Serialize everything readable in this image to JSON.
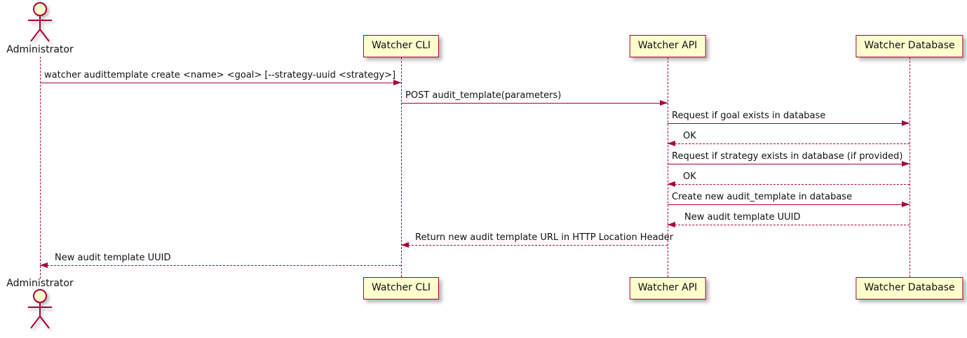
{
  "diagram": {
    "type": "sequence",
    "actor": {
      "label": "Administrator"
    },
    "participants": [
      {
        "label": "Watcher CLI"
      },
      {
        "label": "Watcher API"
      },
      {
        "label": "Watcher Database"
      }
    ],
    "messages": [
      {
        "from": "Administrator",
        "to": "Watcher CLI",
        "style": "solid",
        "label": "watcher audittemplate create <name> <goal> [--strategy-uuid <strategy>]"
      },
      {
        "from": "Watcher CLI",
        "to": "Watcher API",
        "style": "solid",
        "label": "POST audit_template(parameters)"
      },
      {
        "from": "Watcher API",
        "to": "Watcher Database",
        "style": "solid",
        "label": "Request if goal exists in database"
      },
      {
        "from": "Watcher Database",
        "to": "Watcher API",
        "style": "dashed",
        "label": "OK"
      },
      {
        "from": "Watcher API",
        "to": "Watcher Database",
        "style": "solid",
        "label": "Request if strategy exists in database (if provided)"
      },
      {
        "from": "Watcher Database",
        "to": "Watcher API",
        "style": "dashed",
        "label": "OK"
      },
      {
        "from": "Watcher API",
        "to": "Watcher Database",
        "style": "solid",
        "label": "Create new audit_template in database"
      },
      {
        "from": "Watcher Database",
        "to": "Watcher API",
        "style": "dashed",
        "label": "New audit template UUID"
      },
      {
        "from": "Watcher API",
        "to": "Watcher CLI",
        "style": "dashed",
        "label": "Return new audit template URL in HTTP Location Header"
      },
      {
        "from": "Watcher CLI",
        "to": "Administrator",
        "style": "dashed",
        "label": "New audit template UUID"
      }
    ],
    "colors": {
      "stroke": "#A80036",
      "participant_fill": "#FEFECE",
      "text": "#111111",
      "background": "#FFFFFF"
    }
  }
}
